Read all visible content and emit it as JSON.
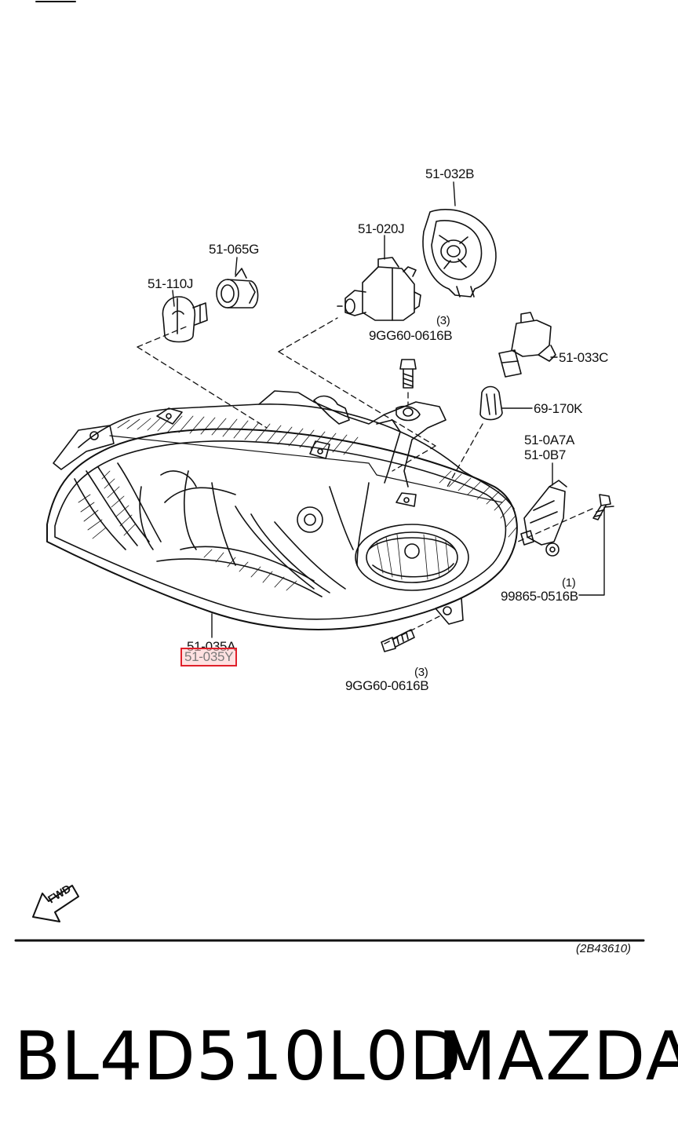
{
  "diagram": {
    "labels": {
      "p_51_032B": "51-032B",
      "p_51_020J": "51-020J",
      "p_51_065G": "51-065G",
      "p_51_110J": "51-110J",
      "p_9GG60_top_qty": "(3)",
      "p_9GG60_top": "9GG60-0616B",
      "p_51_033C": "51-033C",
      "p_69_170K": "69-170K",
      "p_51_0A7A": "51-0A7A",
      "p_51_0B7": "51-0B7",
      "p_99865_qty": "(1)",
      "p_99865": "99865-0516B",
      "p_51_035A": "51-035A",
      "p_51_035Y": "51-035Y",
      "p_9GG60_bot_qty": "(3)",
      "p_9GG60_bot": "9GG60-0616B"
    },
    "fwd_label": "FWD",
    "ref_code": "(2B43610)",
    "highlight_color": "#e0202a"
  },
  "footer": {
    "part_number": "BL4D510L0D",
    "brand": "MAZDA"
  }
}
